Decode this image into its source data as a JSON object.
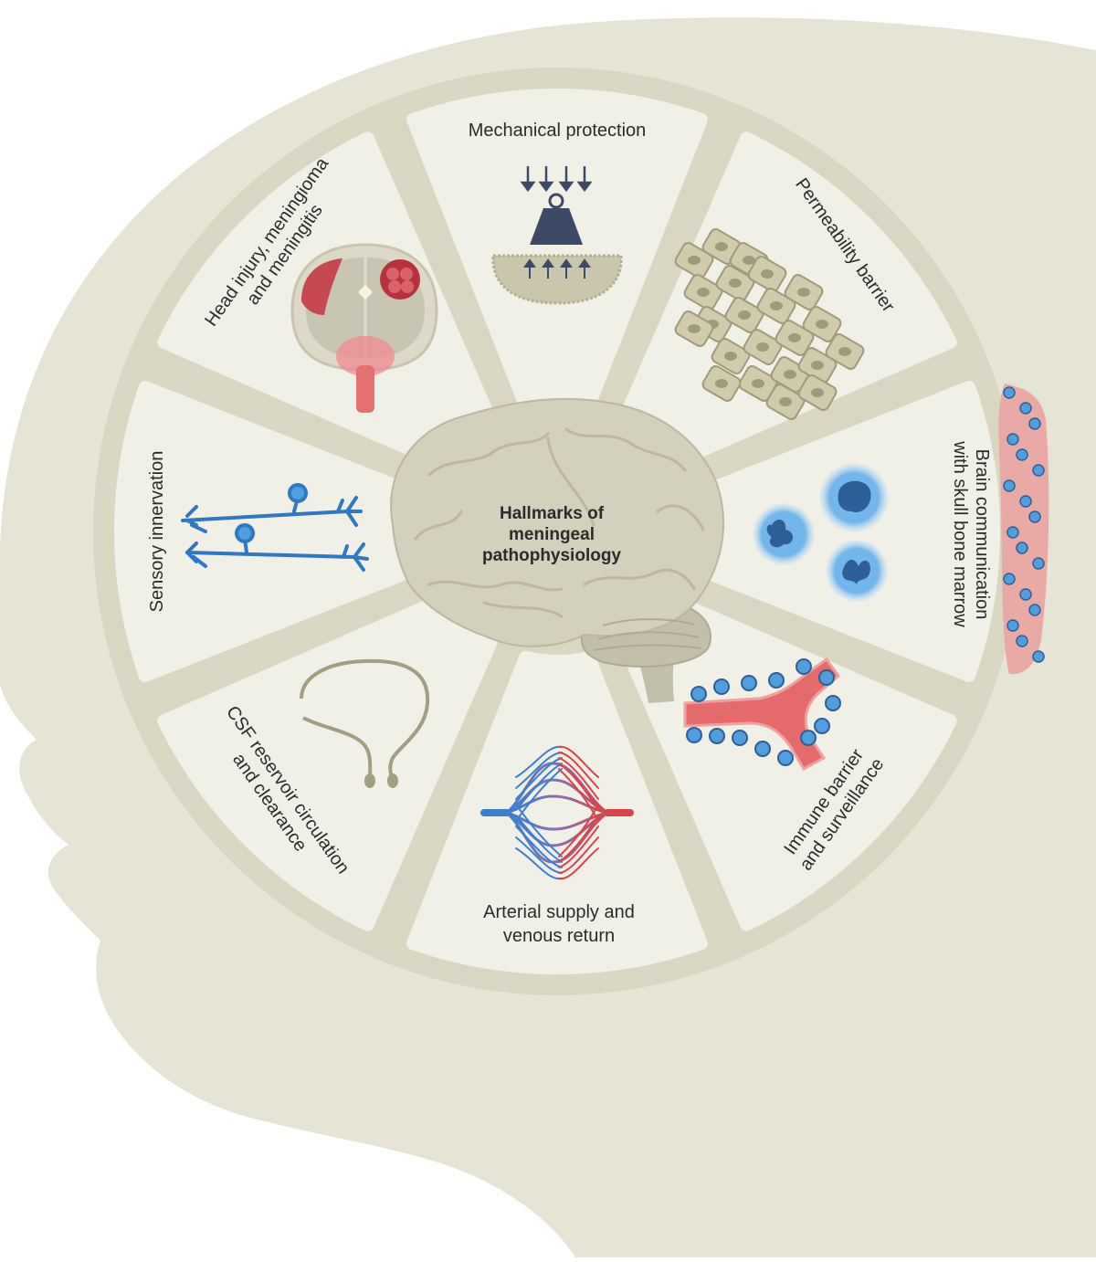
{
  "center_title": {
    "line1": "Hallmarks of",
    "line2": "meningeal",
    "line3": "pathophysiology"
  },
  "segments": {
    "mechanical": {
      "line1": "Mechanical protection"
    },
    "permeability": {
      "line1": "Permeability barrier"
    },
    "marrow": {
      "line1": "Brain communication",
      "line2": "with skull bone marrow"
    },
    "immune": {
      "line1": "Immune barrier",
      "line2": "and surveillance"
    },
    "arterial": {
      "line1": "Arterial supply and",
      "line2": "venous return"
    },
    "csf": {
      "line1": "CSF reservoir circulation",
      "line2": "and clearance"
    },
    "sensory": {
      "line1": "Sensory innervation"
    },
    "head_injury": {
      "line1": "Head injury, meningioma",
      "line2": "and meningitis"
    }
  },
  "colors": {
    "head": "#e6e4d4",
    "ring": "#d9d7c2",
    "segment": "#f1f0e7",
    "brain": "#d3d0bb",
    "nerve": "#2f78c4",
    "artery": "#d9434b",
    "vein": "#3b7fd1",
    "immune_cell": "#4f9ee0",
    "weight": "#3c4a68"
  }
}
